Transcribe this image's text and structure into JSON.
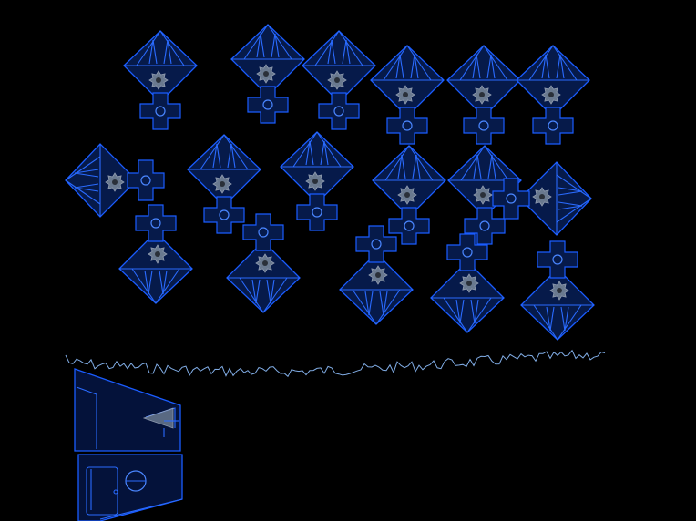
{
  "scene": {
    "background": "#000000",
    "accent": "#1a5cff",
    "hull_fill": "#061a4a",
    "gear_color": "#7b8a9c",
    "signal_color": "#8fc0ff"
  },
  "fleet": [
    {
      "name": "ship-1-1",
      "dir": "up"
    },
    {
      "name": "ship-1-2",
      "dir": "up"
    },
    {
      "name": "ship-1-3",
      "dir": "up"
    },
    {
      "name": "ship-1-4",
      "dir": "up"
    },
    {
      "name": "ship-1-5",
      "dir": "up"
    },
    {
      "name": "ship-1-6",
      "dir": "up"
    },
    {
      "name": "ship-2-1",
      "dir": "left"
    },
    {
      "name": "ship-2-2",
      "dir": "up"
    },
    {
      "name": "ship-2-3",
      "dir": "up"
    },
    {
      "name": "ship-2-4",
      "dir": "up"
    },
    {
      "name": "ship-2-5",
      "dir": "up"
    },
    {
      "name": "ship-2-6",
      "dir": "right"
    },
    {
      "name": "ship-3-1",
      "dir": "down"
    },
    {
      "name": "ship-3-2",
      "dir": "down"
    },
    {
      "name": "ship-3-3",
      "dir": "down"
    },
    {
      "name": "ship-3-4",
      "dir": "down"
    },
    {
      "name": "ship-3-5",
      "dir": "down"
    }
  ],
  "icons": {
    "ship": "diamond-ship-icon",
    "gear": "gear-icon",
    "port": "docking-port-icon"
  }
}
